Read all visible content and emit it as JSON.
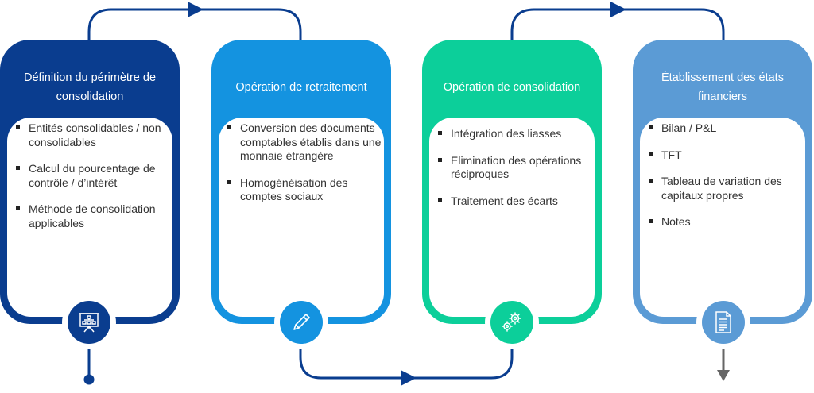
{
  "colors": {
    "step1": "#0a3d8f",
    "step2": "#1493e0",
    "step3": "#0ccf9a",
    "step4": "#5b9bd5",
    "connector": "#0a3d8f",
    "end_arrow": "#666666"
  },
  "steps": [
    {
      "title": "Définition du périmètre de consolidation",
      "icon": "presentation-org-chart-icon",
      "bullets": [
        "Entités consolidables / non consolidables",
        "Calcul du pourcentage de contrôle / d’intérêt",
        "Méthode de consolidation applicables"
      ]
    },
    {
      "title": "Opération de retraitement",
      "icon": "pencil-icon",
      "bullets": [
        "Conversion des documents comptables établis dans une monnaie étrangère",
        "Homogénéisation des comptes sociaux"
      ]
    },
    {
      "title": "Opération de consolidation",
      "icon": "gears-icon",
      "bullets": [
        "Intégration des liasses",
        "Elimination des opérations réciproques",
        "Traitement des écarts"
      ]
    },
    {
      "title": "Établissement des états financiers",
      "icon": "document-icon",
      "bullets": [
        "Bilan / P&L",
        "TFT",
        "Tableau de variation des capitaux propres",
        "Notes"
      ]
    }
  ]
}
